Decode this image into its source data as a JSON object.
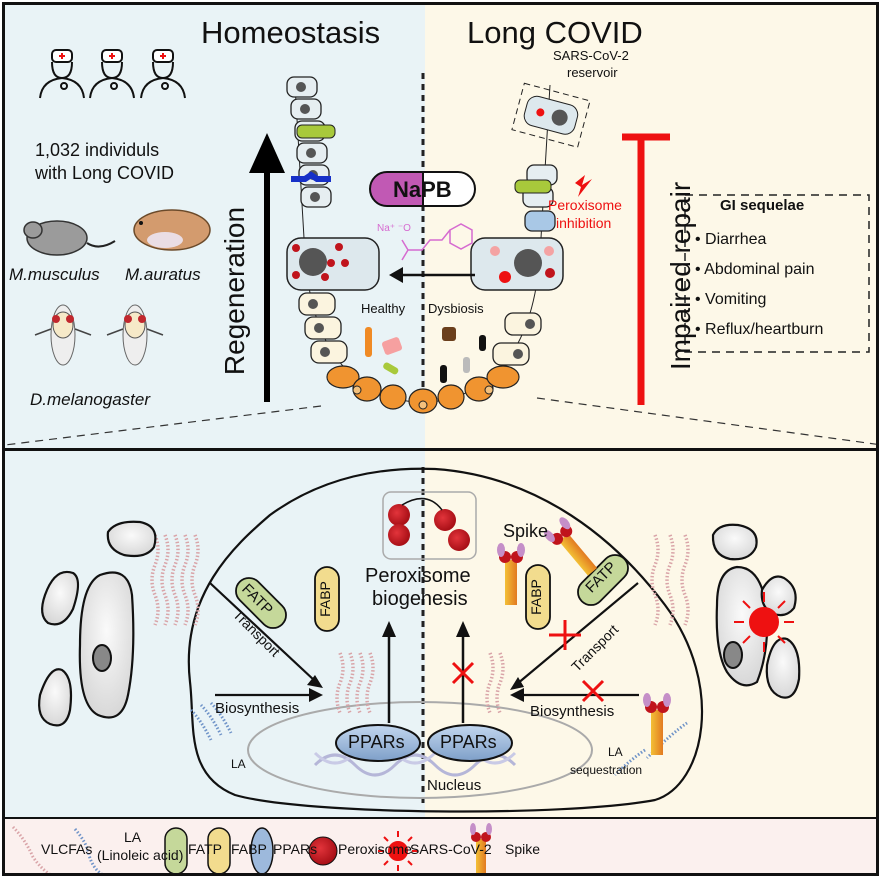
{
  "panels": {
    "left_title": "Homeostasis",
    "right_title": "Long COVID"
  },
  "cohort": {
    "line1": "1,032 individuls",
    "line2": "with Long COVID"
  },
  "models": {
    "mouse": "M.musculus",
    "hamster": "M.auratus",
    "fly": "D.melanogaster"
  },
  "arrows": {
    "regeneration": "Regeneration",
    "impaired_repair": "Impaired repair"
  },
  "drug": {
    "name": "NaPB",
    "formula_ion": "Na⁺ ⁻O"
  },
  "annotations": {
    "reservoir_line1": "SARS-CoV-2",
    "reservoir_line2": "reservoir",
    "inhibition_line1": "Peroxisome",
    "inhibition_line2": "inhibition",
    "healthy": "Healthy",
    "dysbiosis": "Dysbiosis"
  },
  "gi_sequelae": {
    "title": "GI sequelae",
    "items": [
      "Diarrhea",
      "Abdominal pain",
      "Vomiting",
      "Reflux/heartburn"
    ]
  },
  "cell": {
    "peroxisome_line1": "Peroxisome",
    "peroxisome_line2": "biogenesis",
    "spike": "Spike",
    "fatp": "FATP",
    "fabp": "FABP",
    "transport": "Transport",
    "biosynthesis": "Biosynthesis",
    "ppars": "PPARs",
    "la": "LA",
    "la_seq_line1": "LA",
    "la_seq_line2": "sequestration",
    "nucleus": "Nucleus"
  },
  "legend": {
    "items": [
      {
        "label": "VLCFAs"
      },
      {
        "label": "LA\n(Linoleic acid)",
        "line1": "LA",
        "line2": "(Linoleic acid)"
      },
      {
        "label": "FATP"
      },
      {
        "label": "FABP"
      },
      {
        "label": "PPARs"
      },
      {
        "label": "Peroxisome"
      },
      {
        "label": "SARS-CoV-2"
      },
      {
        "label": "Spike"
      }
    ]
  },
  "colors": {
    "left_bg": "#e9f3f6",
    "right_bg": "#fdf8e8",
    "legend_bg": "#fbf0ee",
    "impair_red": "#ee1111",
    "napb_purple": "#c159b4",
    "fatp_green": "#c5d89a",
    "fabp_yellow": "#f2dc8e",
    "ppars_blue": "#9db9dc",
    "peroxisome_red": "#c8141e"
  }
}
